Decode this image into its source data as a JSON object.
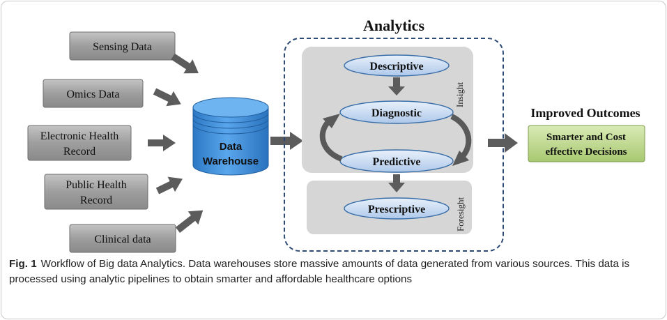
{
  "title": "Analytics",
  "sources": [
    {
      "line1": "Sensing Data",
      "line2": ""
    },
    {
      "line1": "Omics Data",
      "line2": ""
    },
    {
      "line1": "Electronic Health",
      "line2": "Record"
    },
    {
      "line1": "Public Health",
      "line2": "Record"
    },
    {
      "line1": "Clinical data",
      "line2": ""
    }
  ],
  "warehouse": {
    "line1": "Data",
    "line2": "Warehouse"
  },
  "stages": {
    "descriptive": "Descriptive",
    "diagnostic": "Diagnostic",
    "predictive": "Predictive",
    "prescriptive": "Prescriptive"
  },
  "side_labels": {
    "insight": "Insight",
    "foresight": "Foresight"
  },
  "outcome": {
    "title": "Improved Outcomes",
    "line1": "Smarter  and Cost",
    "line2": "effective  Decisions"
  },
  "caption": {
    "label": "Fig. 1",
    "text": "Workflow of Big data Analytics. Data warehouses store massive amounts of data generated from various sources. This data is processed using analytic pipelines to obtain smarter and affordable healthcare options"
  },
  "colors": {
    "source_fill": "#9c9c9c",
    "warehouse_fill": "#3f8fd6",
    "ellipse_fill": "#c8dcf3",
    "panel_fill": "#d8d8d8",
    "outcome_fill": "#b4d17f",
    "arrow": "#5a5a5a",
    "dashed_border": "#2c4a73"
  }
}
